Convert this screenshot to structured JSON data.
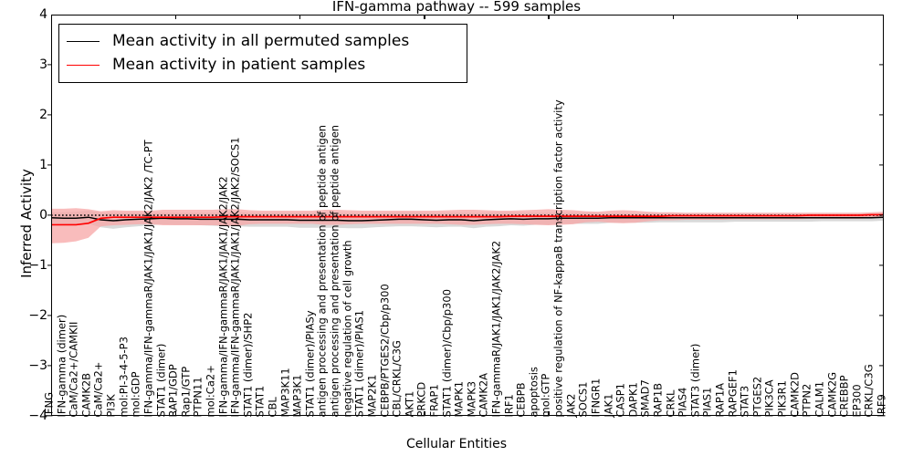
{
  "chart_data": {
    "type": "line",
    "title": "IFN-gamma pathway -- 599 samples",
    "xlabel": "Cellular Entities",
    "ylabel": "Inferred Activity",
    "ylim": [
      -4,
      4
    ],
    "yticks": [
      4,
      3,
      2,
      1,
      0,
      -1,
      -2,
      -3,
      -4
    ],
    "grid": false,
    "legend_position": "upper left",
    "legend": [
      {
        "label": "Mean activity in all permuted samples",
        "color": "#000000"
      },
      {
        "label": "Mean activity in patient samples",
        "color": "#ff0000"
      }
    ],
    "zero_reference_line": {
      "value": 0,
      "style": "dotted",
      "color": "#000000"
    },
    "categories": [
      "IFNG",
      "IFN-gamma (dimer)",
      "CaM/Ca2+/CAMKII",
      "CAMK2B",
      "CaM/Ca2+",
      "PI3K",
      "mol:PI-3-4-5-P3",
      "mol:GDP",
      "IFN-gamma/IFN-gammaR/JAK1/JAK1/JAK2/JAK2 /TC-PT",
      "STAT1 (dimer)",
      "RAP1/GDP",
      "Rap1/GTP",
      "PTPN11",
      "mol:Ca2+",
      "IFN-gamma/IFN-gammaR/JAK1/JAK1/JAK2/JAK2",
      "IFN-gamma/IFN-gammaR/JAK1/JAK1/JAK2/JAK2/SOCS1",
      "STAT1 (dimer)/SHP2",
      "STAT1",
      "CBL",
      "MAP3K11",
      "MAP3K1",
      "STAT1 (dimer)/PIASy",
      "antigen processing and presentation of peptide antigen",
      "antigen processing and presentation of peptide antigen",
      "negative regulation of cell growth",
      "STAT1 (dimer)/PIAS1",
      "MAP2K1",
      "CEBPB/PTGES2/Cbp/p300",
      "CBL/CRKL/C3G",
      "AKT1",
      "PRKCD",
      "FRAP1",
      "STAT1 (dimer)/Cbp/p300",
      "MAPK1",
      "MAPK3",
      "CAMK2A",
      "IFN-gammaR/JAK1/JAK1/JAK2/JAK2",
      "IRF1",
      "CEBPB",
      "apoptosis",
      "mol:GTP",
      "positive regulation of NF-kappaB transcription factor activity",
      "JAK2",
      "SOCS1",
      "IFNGR1",
      "JAK1",
      "CASP1",
      "DAPK1",
      "SMAD7",
      "RAP1B",
      "CRKL",
      "PIAS4",
      "STAT3 (dimer)",
      "PIAS1",
      "RAP1A",
      "RAPGEF1",
      "STAT3",
      "PTGES2",
      "PIK3CA",
      "PIK3R1",
      "CAMK2D",
      "PTPN2",
      "CALM1",
      "CAMK2G",
      "CREBBP",
      "EP300",
      "CRKL/C3G",
      "IRF9"
    ],
    "series": [
      {
        "name": "Mean activity in all permuted samples",
        "color": "#000000",
        "band_color": "#d9d9d9",
        "values": [
          -0.05,
          -0.06,
          -0.06,
          -0.04,
          -0.09,
          -0.11,
          -0.09,
          -0.08,
          -0.07,
          -0.06,
          -0.07,
          -0.07,
          -0.08,
          -0.08,
          -0.08,
          -0.08,
          -0.09,
          -0.09,
          -0.09,
          -0.09,
          -0.1,
          -0.1,
          -0.1,
          -0.1,
          -0.11,
          -0.11,
          -0.1,
          -0.09,
          -0.08,
          -0.08,
          -0.09,
          -0.1,
          -0.09,
          -0.09,
          -0.11,
          -0.09,
          -0.08,
          -0.07,
          -0.08,
          -0.07,
          -0.07,
          -0.06,
          -0.06,
          -0.06,
          -0.06,
          -0.05,
          -0.05,
          -0.05,
          -0.05,
          -0.05,
          -0.05,
          -0.05,
          -0.05,
          -0.05,
          -0.05,
          -0.05,
          -0.05,
          -0.05,
          -0.05,
          -0.05,
          -0.05,
          -0.05,
          -0.05,
          -0.05,
          -0.05,
          -0.05,
          -0.05,
          -0.04
        ],
        "band_upper": [
          0.06,
          0.06,
          0.07,
          0.09,
          0.06,
          0.05,
          0.05,
          0.05,
          0.05,
          0.05,
          0.05,
          0.05,
          0.05,
          0.05,
          0.06,
          0.06,
          0.05,
          0.05,
          0.05,
          0.05,
          0.05,
          0.05,
          0.05,
          0.05,
          0.04,
          0.04,
          0.04,
          0.05,
          0.06,
          0.06,
          0.05,
          0.04,
          0.05,
          0.05,
          0.04,
          0.05,
          0.06,
          0.06,
          0.05,
          0.05,
          0.05,
          0.05,
          0.05,
          0.05,
          0.05,
          0.04,
          0.04,
          0.04,
          0.04,
          0.04,
          0.04,
          0.04,
          0.04,
          0.04,
          0.04,
          0.04,
          0.04,
          0.04,
          0.04,
          0.04,
          0.04,
          0.04,
          0.04,
          0.04,
          0.04,
          0.04,
          0.04,
          0.04
        ],
        "band_lower": [
          -0.16,
          -0.17,
          -0.18,
          -0.17,
          -0.24,
          -0.27,
          -0.24,
          -0.22,
          -0.2,
          -0.18,
          -0.19,
          -0.19,
          -0.2,
          -0.21,
          -0.22,
          -0.22,
          -0.23,
          -0.23,
          -0.23,
          -0.23,
          -0.25,
          -0.25,
          -0.25,
          -0.25,
          -0.26,
          -0.26,
          -0.24,
          -0.23,
          -0.22,
          -0.22,
          -0.23,
          -0.24,
          -0.23,
          -0.23,
          -0.26,
          -0.23,
          -0.22,
          -0.2,
          -0.21,
          -0.19,
          -0.19,
          -0.17,
          -0.17,
          -0.17,
          -0.17,
          -0.15,
          -0.15,
          -0.15,
          -0.15,
          -0.14,
          -0.14,
          -0.14,
          -0.14,
          -0.14,
          -0.14,
          -0.13,
          -0.13,
          -0.13,
          -0.13,
          -0.13,
          -0.13,
          -0.13,
          -0.12,
          -0.12,
          -0.12,
          -0.12,
          -0.12,
          -0.11
        ]
      },
      {
        "name": "Mean activity in patient samples",
        "color": "#ff0000",
        "band_color": "#f7a6a6",
        "values": [
          -0.19,
          -0.19,
          -0.19,
          -0.16,
          -0.06,
          -0.04,
          -0.04,
          -0.04,
          -0.04,
          -0.04,
          -0.04,
          -0.04,
          -0.04,
          -0.04,
          -0.03,
          -0.03,
          -0.03,
          -0.03,
          -0.03,
          -0.03,
          -0.03,
          -0.03,
          -0.03,
          -0.03,
          -0.03,
          -0.03,
          -0.03,
          -0.03,
          -0.03,
          -0.03,
          -0.03,
          -0.03,
          -0.03,
          -0.03,
          -0.03,
          -0.03,
          -0.03,
          -0.02,
          -0.02,
          -0.02,
          -0.02,
          -0.02,
          -0.02,
          -0.02,
          -0.02,
          -0.02,
          -0.02,
          -0.02,
          -0.02,
          -0.02,
          -0.01,
          -0.01,
          -0.01,
          -0.01,
          -0.01,
          -0.01,
          -0.01,
          -0.01,
          -0.01,
          -0.01,
          -0.01,
          0.0,
          0.0,
          0.0,
          0.0,
          0.0,
          0.01,
          0.01
        ],
        "band_upper": [
          0.13,
          0.13,
          0.14,
          0.12,
          0.08,
          0.1,
          0.09,
          0.09,
          0.09,
          0.11,
          0.11,
          0.11,
          0.11,
          0.11,
          0.12,
          0.12,
          0.1,
          0.09,
          0.09,
          0.09,
          0.09,
          0.09,
          0.11,
          0.11,
          0.1,
          0.09,
          0.09,
          0.09,
          0.09,
          0.09,
          0.09,
          0.09,
          0.1,
          0.11,
          0.11,
          0.1,
          0.09,
          0.09,
          0.1,
          0.11,
          0.12,
          0.11,
          0.1,
          0.08,
          0.07,
          0.09,
          0.1,
          0.09,
          0.07,
          0.06,
          0.06,
          0.05,
          0.05,
          0.05,
          0.05,
          0.05,
          0.05,
          0.05,
          0.05,
          0.05,
          0.05,
          0.05,
          0.05,
          0.05,
          0.05,
          0.05,
          0.06,
          0.07
        ],
        "band_lower": [
          -0.56,
          -0.55,
          -0.52,
          -0.45,
          -0.22,
          -0.2,
          -0.19,
          -0.18,
          -0.18,
          -0.2,
          -0.2,
          -0.2,
          -0.2,
          -0.2,
          -0.21,
          -0.21,
          -0.18,
          -0.17,
          -0.17,
          -0.17,
          -0.17,
          -0.17,
          -0.19,
          -0.19,
          -0.18,
          -0.17,
          -0.17,
          -0.17,
          -0.17,
          -0.17,
          -0.17,
          -0.17,
          -0.18,
          -0.19,
          -0.19,
          -0.18,
          -0.17,
          -0.17,
          -0.18,
          -0.19,
          -0.2,
          -0.19,
          -0.18,
          -0.14,
          -0.13,
          -0.15,
          -0.16,
          -0.15,
          -0.12,
          -0.1,
          -0.1,
          -0.09,
          -0.09,
          -0.09,
          -0.09,
          -0.08,
          -0.08,
          -0.08,
          -0.08,
          -0.08,
          -0.08,
          -0.07,
          -0.07,
          -0.07,
          -0.07,
          -0.07,
          -0.06,
          -0.05
        ]
      }
    ]
  }
}
